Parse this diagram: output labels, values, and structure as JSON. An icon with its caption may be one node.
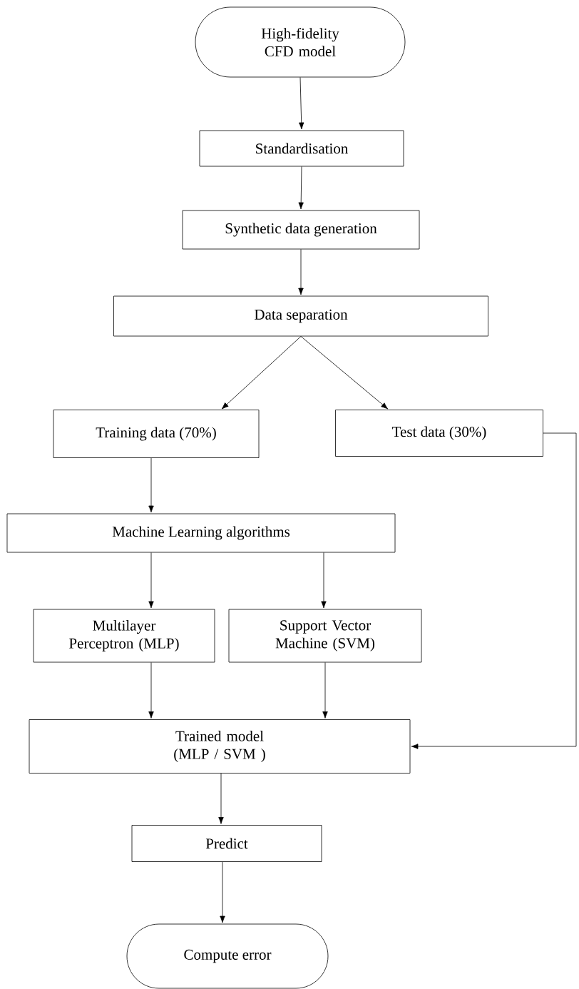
{
  "diagram": {
    "nodes": [
      {
        "text": [
          "High-fidelity CFD model"
        ]
      },
      {
        "text": [
          "Standardisation"
        ]
      },
      {
        "text": [
          "Synthetic data generation"
        ]
      },
      {
        "text": [
          "Data separation"
        ]
      },
      {
        "text": [
          "Training data (70%)"
        ]
      },
      {
        "text": [
          "Test data (30%)"
        ]
      },
      {
        "text": [
          "Machine Learning algorithms"
        ]
      },
      {
        "text": [
          "Multilayer Perceptron (MLP)"
        ]
      },
      {
        "text": [
          "Support Vector Machine (SVM)"
        ]
      },
      {
        "text": [
          "Trained model (MLP / SVM )"
        ]
      },
      {
        "text": [
          "Predict"
        ]
      },
      {
        "text": [
          "Compute error"
        ]
      }
    ],
    "edges": [
      {
        "from": 0,
        "to": 1,
        "arrow": "to"
      },
      {
        "from": 1,
        "to": 2,
        "arrow": "to"
      },
      {
        "from": 2,
        "to": 3,
        "arrow": "to"
      },
      {
        "from": 3,
        "to": 4,
        "arrow": "to"
      },
      {
        "from": 3,
        "to": 5,
        "arrow": "to"
      },
      {
        "from": 4,
        "to": 6,
        "arrow": "to"
      },
      {
        "from": 6,
        "to": 7,
        "arrow": "to"
      },
      {
        "from": 6,
        "to": 8,
        "arrow": "to"
      },
      {
        "from": 7,
        "to": 9,
        "arrow": "to"
      },
      {
        "from": 8,
        "to": 9,
        "arrow": "to"
      },
      {
        "from": 5,
        "to": 9,
        "arrow": "to"
      },
      {
        "from": 9,
        "to": 10,
        "arrow": "to"
      },
      {
        "from": 10,
        "to": 11,
        "arrow": "to"
      }
    ]
  }
}
